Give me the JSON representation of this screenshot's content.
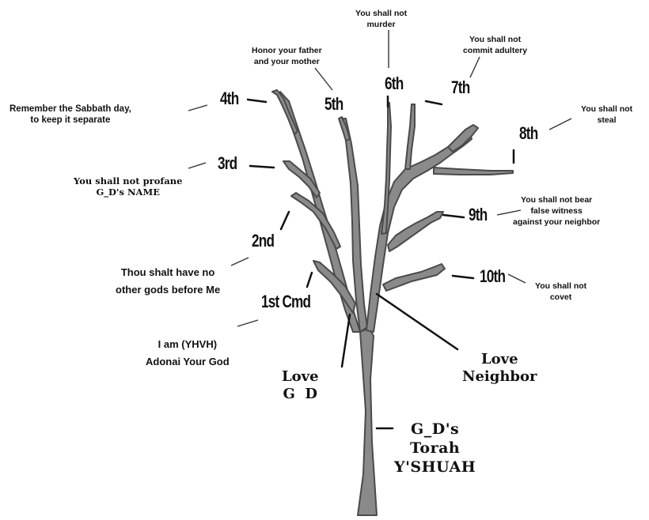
{
  "colors": {
    "trunk_fill": "#8a8a8a",
    "trunk_edge": "#4a4a4a",
    "line": "#111111",
    "text": "#111111"
  },
  "commandments": [
    {
      "ordinal": "1st Cmd",
      "text": "I am (YHVH)\nAdonai Your God"
    },
    {
      "ordinal": "2nd",
      "text": "Thou shalt have no\nother gods before Me"
    },
    {
      "ordinal": "3rd",
      "text": "You shall not profane\nG_D's NAME"
    },
    {
      "ordinal": "4th",
      "text": "Remember the Sabbath day,\nto keep it separate"
    },
    {
      "ordinal": "5th",
      "text": "Honor your father\nand your mother"
    },
    {
      "ordinal": "6th",
      "text": "You shall not\nmurder"
    },
    {
      "ordinal": "7th",
      "text": "You shall not\ncommit adultery"
    },
    {
      "ordinal": "8th",
      "text": "You shall not\nsteal"
    },
    {
      "ordinal": "9th",
      "text": "You shall not bear\nfalse witness\nagainst your neighbor"
    },
    {
      "ordinal": "10th",
      "text": "You shall not\ncovet"
    }
  ],
  "branches": {
    "love_god": "Love\nG  D",
    "love_neighbor": "Love\nNeighbor",
    "trunk": "G_D's\nTorah\nY'SHUAH"
  }
}
